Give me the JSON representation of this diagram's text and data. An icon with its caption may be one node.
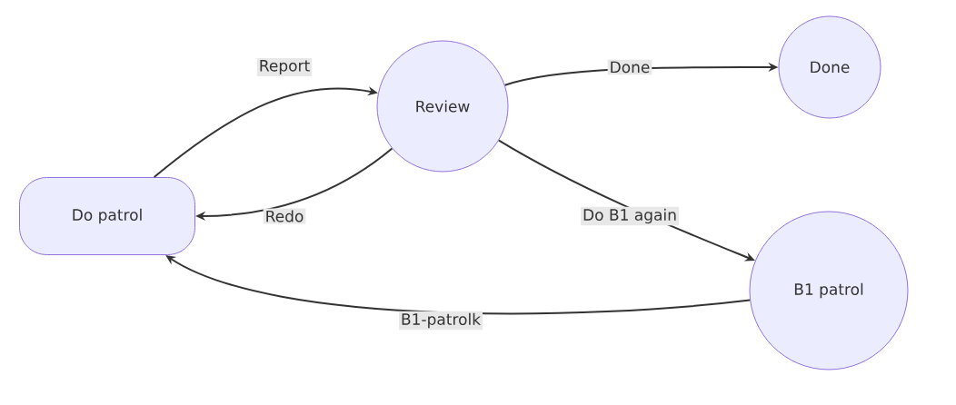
{
  "diagram": {
    "nodes": [
      {
        "text": [
          "Do patrol"
        ]
      },
      {
        "text": [
          "Review"
        ]
      },
      {
        "text": [
          "Done"
        ]
      },
      {
        "text": [
          "B1 patrol"
        ]
      }
    ],
    "edges": [
      {
        "from": 0,
        "to": 1,
        "arrow": "to",
        "label": "Report"
      },
      {
        "from": 1,
        "to": 0,
        "arrow": "to",
        "label": "Redo"
      },
      {
        "from": 1,
        "to": 2,
        "arrow": "to",
        "label": "Done"
      },
      {
        "from": 1,
        "to": 3,
        "arrow": "to",
        "label": "Do B1 again"
      },
      {
        "from": 3,
        "to": 0,
        "arrow": "to",
        "label": "B1-patrolk"
      }
    ]
  }
}
